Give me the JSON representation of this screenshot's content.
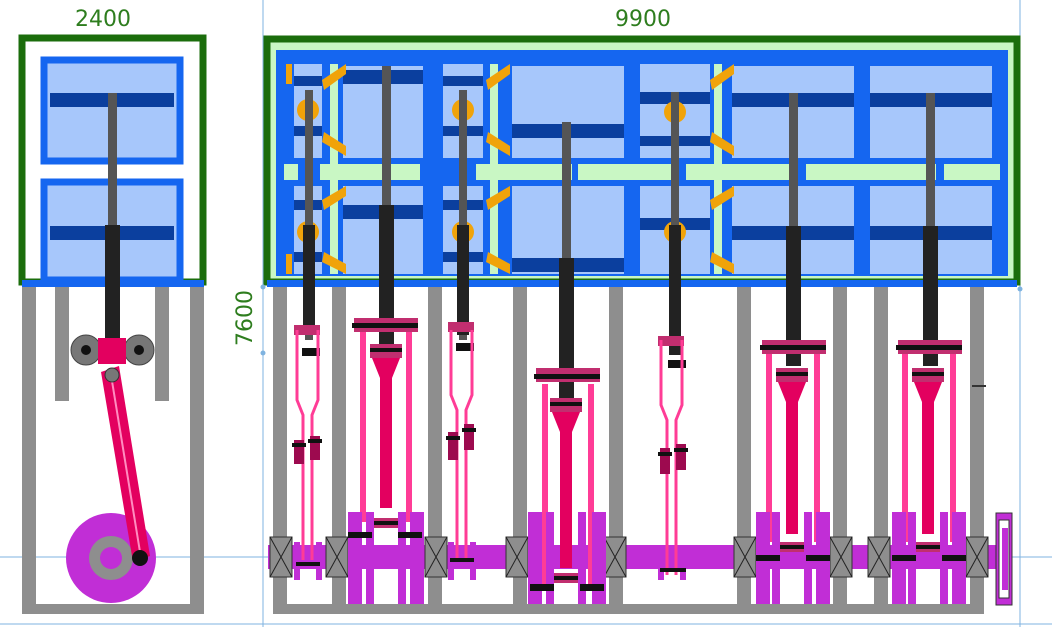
{
  "dimensions": {
    "side_width": "2400",
    "front_width": "9900",
    "height": "7600"
  },
  "colors": {
    "frame_green": "#1b6d0c",
    "panel_fill": "#a7c7fb",
    "panel_border": "#1566f0",
    "beam_dark": "#0b3f9e",
    "light_green": "#c9f7c4",
    "rod_gray": "#555555",
    "column_gray": "#8e8e8e",
    "orange": "#f0a30a",
    "pink": "#ff3c96",
    "magenta": "#e3005f",
    "dark_magenta": "#9d0a4f",
    "purple": "#c12ed6",
    "black": "#111111",
    "guide_line": "#7fb3e0"
  }
}
